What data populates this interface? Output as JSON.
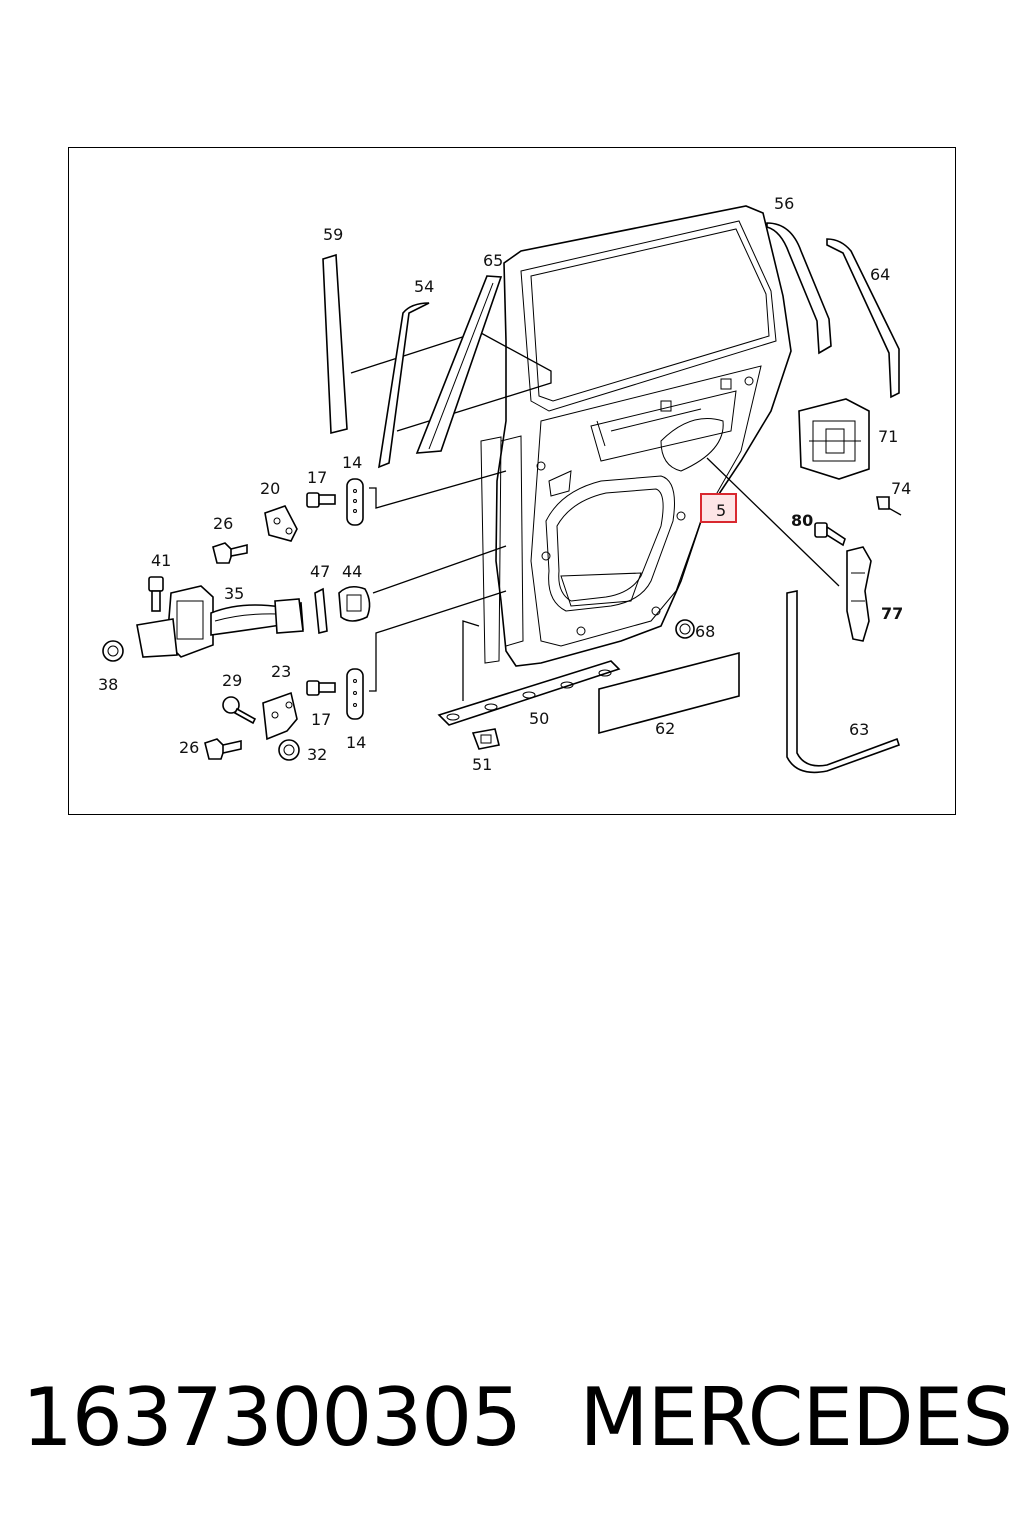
{
  "callouts": {
    "c59": "59",
    "c54": "54",
    "c65": "65",
    "c56": "56",
    "c64": "64",
    "c71": "71",
    "c74": "74",
    "c80": "80",
    "c77": "77",
    "c5": "5",
    "c68": "68",
    "c62": "62",
    "c63": "63",
    "c50": "50",
    "c51": "51",
    "c14a": "14",
    "c14b": "14",
    "c17a": "17",
    "c17b": "17",
    "c20": "20",
    "c26a": "26",
    "c26b": "26",
    "c41": "41",
    "c35": "35",
    "c47": "47",
    "c44": "44",
    "c38": "38",
    "c29": "29",
    "c23": "23",
    "c32": "32"
  },
  "highlight_color": "#d9282f",
  "caption": {
    "part_number": "1637300305",
    "brand": "MERCEDES"
  }
}
